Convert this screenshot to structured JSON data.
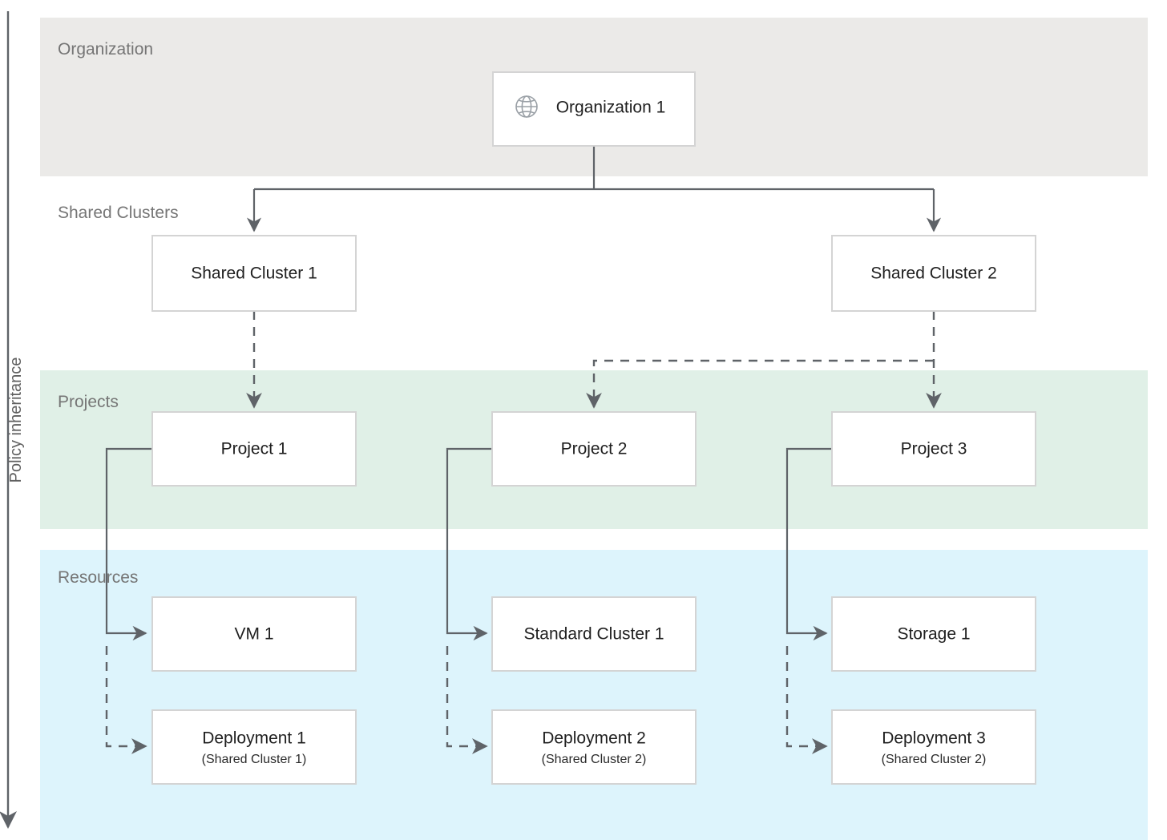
{
  "axis": {
    "label": "Policy inheritance",
    "arrow_direction": "down",
    "icon": "down-arrow-icon"
  },
  "colors": {
    "organization_band": "#ebeae8",
    "projects_band": "#e0f0e7",
    "resources_band": "#ddf4fc",
    "node_border": "#d4d4d4",
    "node_fill": "#ffffff",
    "edge": "#5f6368",
    "band_label_text": "#757575",
    "node_label_text": "#1f1f1f",
    "icon": "#9aa0a6"
  },
  "bands": [
    {
      "id": "organization",
      "label": "Organization",
      "fill": "#ebeae8"
    },
    {
      "id": "shared-clusters",
      "label": "Shared Clusters",
      "fill": "#ffffff"
    },
    {
      "id": "projects",
      "label": "Projects",
      "fill": "#e0f0e7"
    },
    {
      "id": "resources",
      "label": "Resources",
      "fill": "#ddf4fc"
    }
  ],
  "nodes": {
    "organization": {
      "label": "Organization 1",
      "icon": "globe-icon"
    },
    "shared_clusters": [
      {
        "label": "Shared Cluster 1"
      },
      {
        "label": "Shared Cluster 2"
      }
    ],
    "projects": [
      {
        "label": "Project 1"
      },
      {
        "label": "Project 2"
      },
      {
        "label": "Project 3"
      }
    ],
    "resources_row1": [
      {
        "label": "VM 1"
      },
      {
        "label": "Standard Cluster 1"
      },
      {
        "label": "Storage 1"
      }
    ],
    "resources_row2": [
      {
        "label": "Deployment 1",
        "sublabel": "(Shared Cluster 1)"
      },
      {
        "label": "Deployment 2",
        "sublabel": "(Shared Cluster 2)"
      },
      {
        "label": "Deployment 3",
        "sublabel": "(Shared Cluster 2)"
      }
    ]
  },
  "edges": [
    {
      "from": "Organization 1",
      "to": "Shared Cluster 1",
      "style": "solid"
    },
    {
      "from": "Organization 1",
      "to": "Shared Cluster 2",
      "style": "solid"
    },
    {
      "from": "Shared Cluster 1",
      "to": "Project 1",
      "style": "dashed"
    },
    {
      "from": "Shared Cluster 2",
      "to": "Project 2",
      "style": "dashed"
    },
    {
      "from": "Shared Cluster 2",
      "to": "Project 3",
      "style": "dashed"
    },
    {
      "from": "Project 1",
      "to": "VM 1",
      "style": "solid"
    },
    {
      "from": "Project 1",
      "to": "Deployment 1",
      "style": "dashed"
    },
    {
      "from": "Project 2",
      "to": "Standard Cluster 1",
      "style": "solid"
    },
    {
      "from": "Project 2",
      "to": "Deployment 2",
      "style": "dashed"
    },
    {
      "from": "Project 3",
      "to": "Storage 1",
      "style": "solid"
    },
    {
      "from": "Project 3",
      "to": "Deployment 3",
      "style": "dashed"
    }
  ]
}
